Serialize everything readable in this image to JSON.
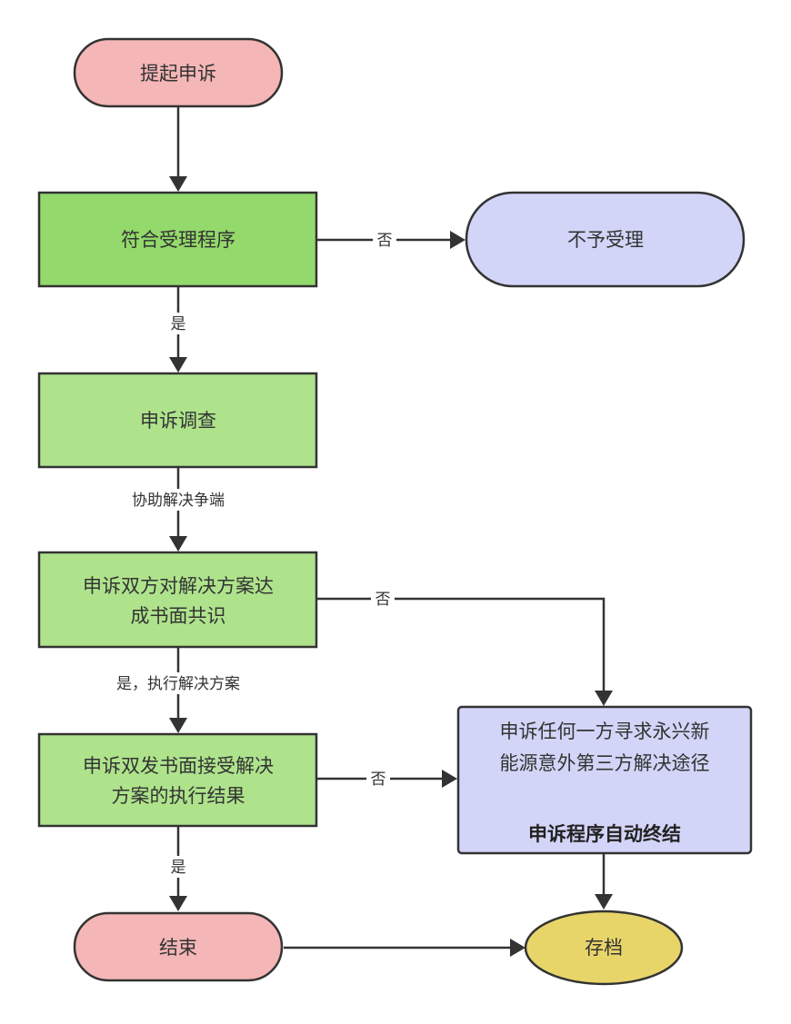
{
  "colors": {
    "start_end": "#f4b6b6",
    "decision_dark": "#93d96b",
    "process_light": "#aee38c",
    "terminal_blue": "#d2d5f7",
    "archive": "#e8d56a",
    "stroke": "#333333"
  },
  "nodes": {
    "start": {
      "label": "提起申诉"
    },
    "check_procedure": {
      "label": "符合受理程序"
    },
    "reject": {
      "label": "不予受理"
    },
    "investigation": {
      "label": "申诉调查"
    },
    "agreement": {
      "line1": "申诉双方对解决方案达",
      "line2": "成书面共识"
    },
    "acceptance": {
      "line1": "申诉双发书面接受解决",
      "line2": "方案的执行结果"
    },
    "third_party": {
      "line1": "申诉任何一方寻求永兴新",
      "line2": "能源意外第三方解决途径",
      "line3": "申诉程序自动终结"
    },
    "end": {
      "label": "结束"
    },
    "archive": {
      "label": "存档"
    }
  },
  "edges": {
    "check_to_reject": {
      "label": "否"
    },
    "check_to_investigation": {
      "label": "是"
    },
    "investigation_to_agreement": {
      "label": "协助解决争端"
    },
    "agreement_to_third_party": {
      "label": "否"
    },
    "agreement_to_acceptance": {
      "label": "是，执行解决方案"
    },
    "acceptance_to_third_party": {
      "label": "否"
    },
    "acceptance_to_end": {
      "label": "是"
    }
  }
}
